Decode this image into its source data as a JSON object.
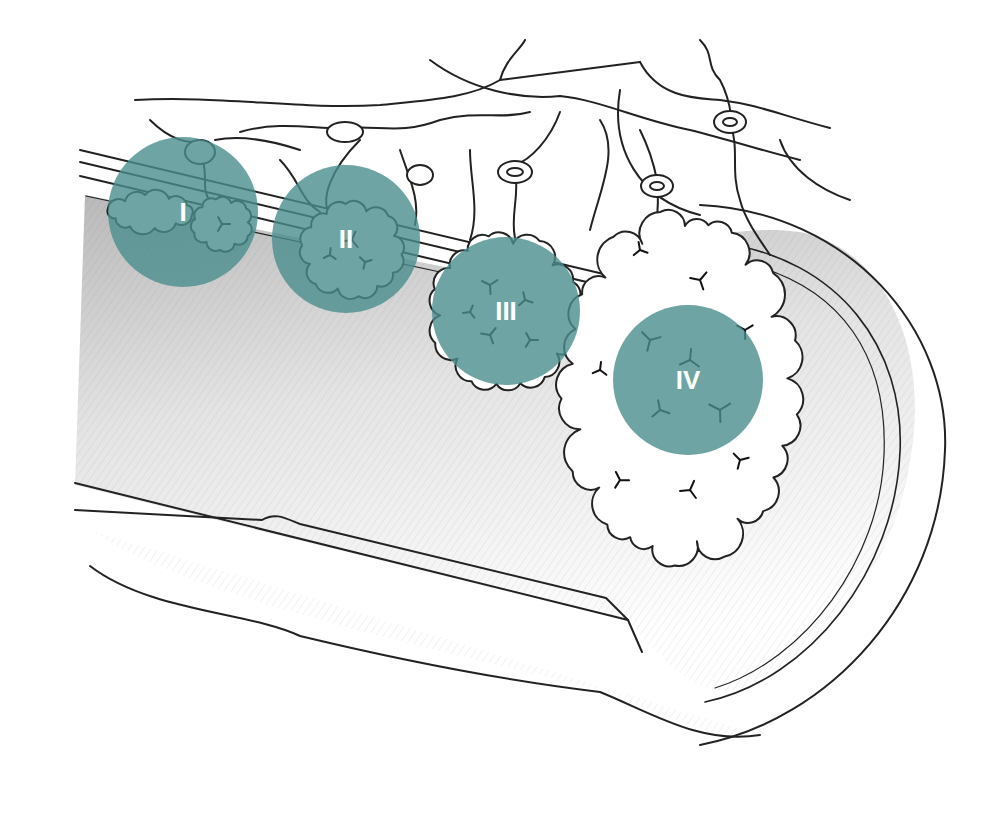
{
  "diagram": {
    "nodes": [
      {
        "text": [
          "I"
        ]
      },
      {
        "text": [
          "II"
        ]
      },
      {
        "text": [
          "III"
        ]
      },
      {
        "text": [
          "IV"
        ]
      }
    ]
  }
}
